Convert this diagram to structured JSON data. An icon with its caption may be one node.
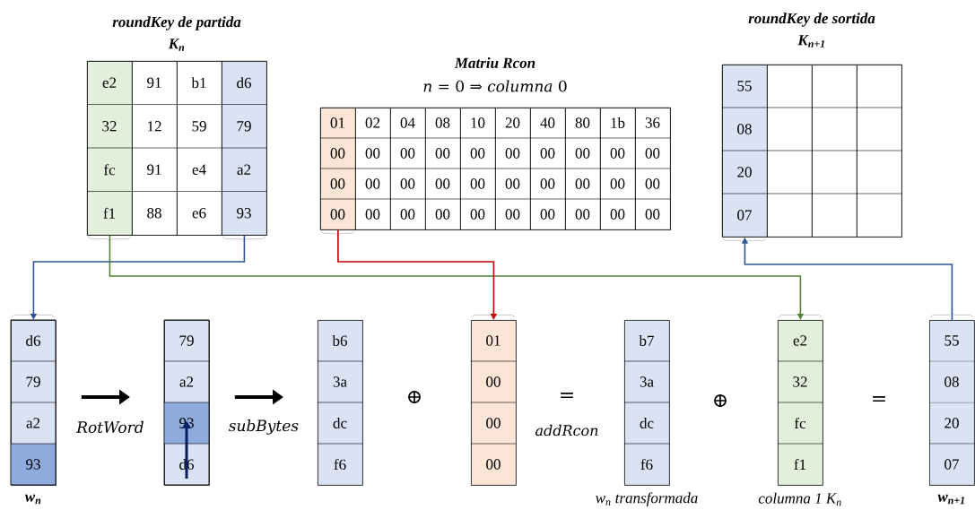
{
  "diagram": {
    "nodes": [
      {
        "text": [
          "roundKey de partida",
          "K$_{n}$"
        ]
      },
      {
        "text": [
          "e2",
          "32",
          "fc",
          "f1"
        ],
        "in": 0
      },
      {
        "text": [
          "91",
          "12",
          "91",
          "88"
        ],
        "in": 0
      },
      {
        "text": [
          "b1",
          "59",
          "e4",
          "e6"
        ],
        "in": 0
      },
      {
        "text": [
          "d6",
          "79",
          "a2",
          "93"
        ],
        "in": 0
      },
      {
        "text": [
          "Matriu Rcon",
          "*n* = 0 ⇒ *columna* 0"
        ]
      },
      {
        "text": [
          "01",
          "00",
          "00",
          "00"
        ],
        "in": 5
      },
      {
        "text": [
          "02",
          "00",
          "00",
          "00"
        ],
        "in": 5
      },
      {
        "text": [
          "04",
          "00",
          "00",
          "00"
        ],
        "in": 5
      },
      {
        "text": [
          "08",
          "00",
          "00",
          "00"
        ],
        "in": 5
      },
      {
        "text": [
          "10",
          "00",
          "00",
          "00"
        ],
        "in": 5
      },
      {
        "text": [
          "20",
          "00",
          "00",
          "00"
        ],
        "in": 5
      },
      {
        "text": [
          "40",
          "00",
          "00",
          "00"
        ],
        "in": 5
      },
      {
        "text": [
          "80",
          "00",
          "00",
          "00"
        ],
        "in": 5
      },
      {
        "text": [
          "1b",
          "00",
          "00",
          "00"
        ],
        "in": 5
      },
      {
        "text": [
          "36",
          "00",
          "00",
          "00"
        ],
        "in": 5
      },
      {
        "text": [
          "roundKey de sortida",
          "K$_{n+1}$"
        ]
      },
      {
        "text": [
          "55",
          "08",
          "20",
          "07"
        ],
        "in": 16
      },
      {
        "text": [],
        "shape": "box",
        "in": 16
      },
      {
        "text": [],
        "shape": "box",
        "in": 16
      },
      {
        "text": [],
        "shape": "box",
        "in": 16
      },
      {
        "text": [
          "d6",
          "79",
          "a2",
          "93"
        ],
        "beside": [
          "w$_{n}$"
        ]
      },
      {
        "text": [
          "79",
          "a2",
          "93",
          "d6"
        ]
      },
      {
        "text": [
          "b6",
          "3a",
          "dc",
          "f6"
        ]
      },
      {
        "text": [
          "01",
          "00",
          "00",
          "00"
        ]
      },
      {
        "text": [
          "b7",
          "3a",
          "dc",
          "f6"
        ],
        "beside": [
          "w$_{n}$ transformada"
        ]
      },
      {
        "text": [
          "e2",
          "32",
          "fc",
          "f1"
        ],
        "beside": [
          "columna 1 K$_{n}$"
        ]
      },
      {
        "text": [
          "55",
          "08",
          "20",
          "07"
        ],
        "beside": [
          "w$_{n+1}$"
        ]
      }
    ],
    "edges": [
      {
        "from": 4,
        "to": 21,
        "arrow": "to",
        "color": "#2f5597"
      },
      {
        "from": 1,
        "to": 26,
        "arrow": "to",
        "color": "#548235"
      },
      {
        "from": 6,
        "to": 24,
        "arrow": "to",
        "color": "#c00000"
      },
      {
        "from": 27,
        "to": 17,
        "arrow": "to",
        "color": "#2f5597"
      },
      {
        "from": 21,
        "to": 22,
        "arrow": "to",
        "style": "thick",
        "color": "#000000",
        "label": "RotWord"
      },
      {
        "from": 22,
        "to": 23,
        "arrow": "to",
        "style": "thick",
        "color": "#000000",
        "label": "subBytes"
      }
    ],
    "labels": [
      "⊕",
      "=",
      "addRcon",
      "⊕",
      "="
    ]
  }
}
